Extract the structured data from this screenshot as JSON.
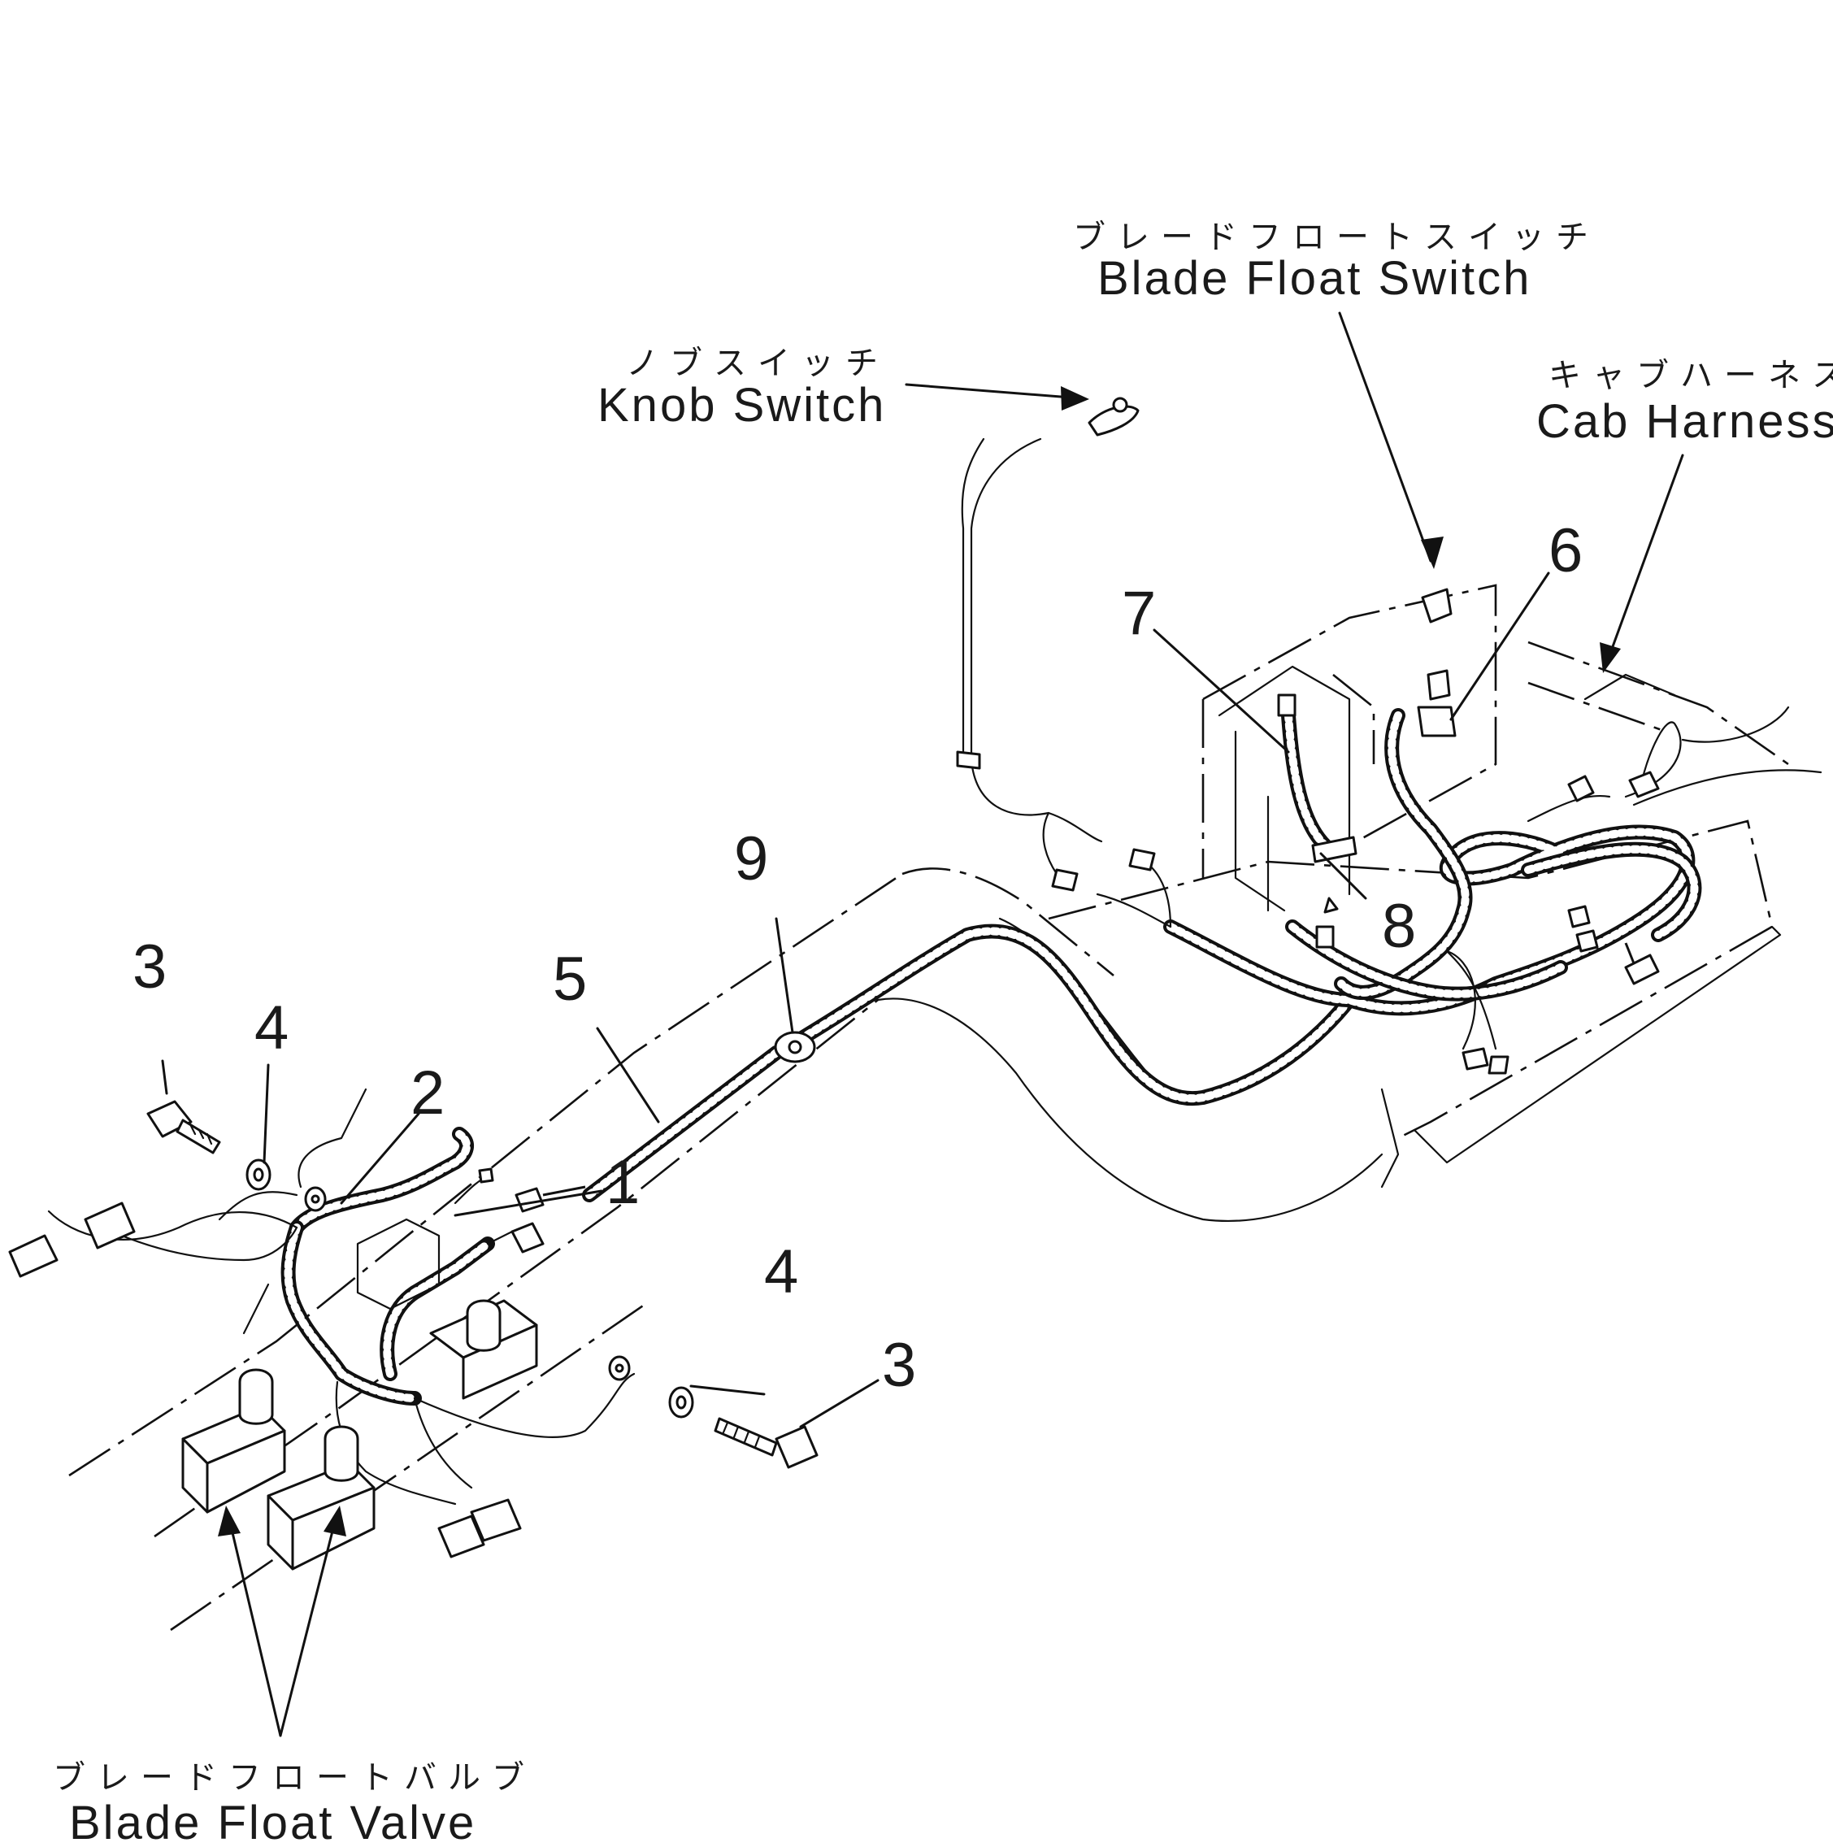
{
  "labels": {
    "knob_switch": {
      "jp": "ノブスイッチ",
      "en": "Knob Switch"
    },
    "blade_float_switch": {
      "jp": "ブレードフロートスイッチ",
      "en": "Blade Float Switch"
    },
    "cab_harness": {
      "jp": "キャブハーネス",
      "en": "Cab Harness"
    },
    "blade_float_valve": {
      "jp": "ブレードフロートバルブ",
      "en": "Blade Float Valve"
    }
  },
  "callouts": {
    "c1": "1",
    "c2": "2",
    "c3a": "3",
    "c3b": "3",
    "c4a": "4",
    "c4b": "4",
    "c5": "5",
    "c6": "6",
    "c7": "7",
    "c8": "8",
    "c9": "9"
  }
}
